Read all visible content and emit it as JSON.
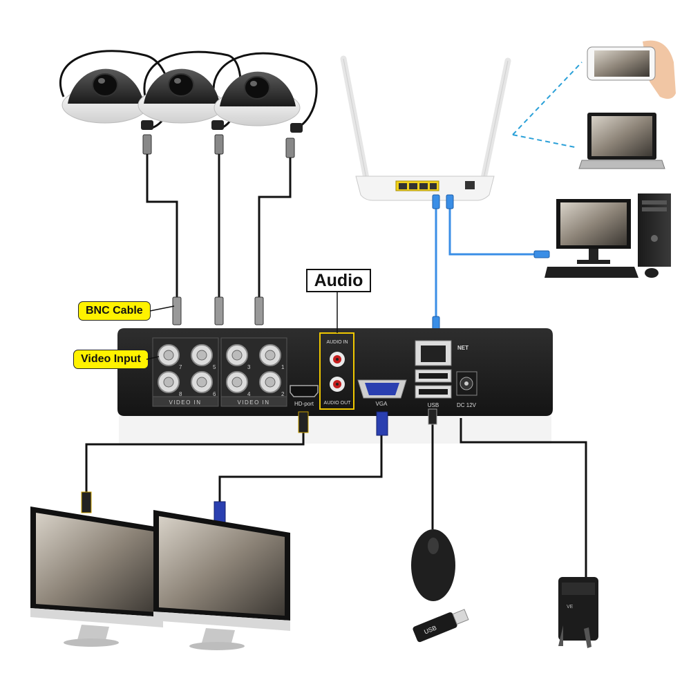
{
  "callouts": {
    "audio": "Audio",
    "bnc_cable": "BNC Cable",
    "video_input": "Video Input"
  },
  "dvr": {
    "video_in_label_left": "VIDEO IN",
    "video_in_label_right": "VIDEO IN",
    "channel_numbers": [
      "7",
      "5",
      "8",
      "6",
      "3",
      "1",
      "4",
      "2"
    ],
    "hdmi_label": "HD-port",
    "audio_in_label": "AUDIO IN",
    "audio_out_label": "AUDIO OUT",
    "vga_label": "VGA",
    "usb_label": "USB",
    "net_label": "NET",
    "dc_label": "DC 12V"
  },
  "devices": {
    "usb_stick_text": "USB",
    "adapter_text": "VE"
  },
  "colors": {
    "dvr_body": "#1e1e1e",
    "callout_fill": "#fff200",
    "audio_highlight": "#f0c800",
    "network_cable": "#3a8ee6",
    "wireless_link": "#2aa0d8",
    "vga_connector": "#2a3fb0",
    "cable": "#111111"
  }
}
